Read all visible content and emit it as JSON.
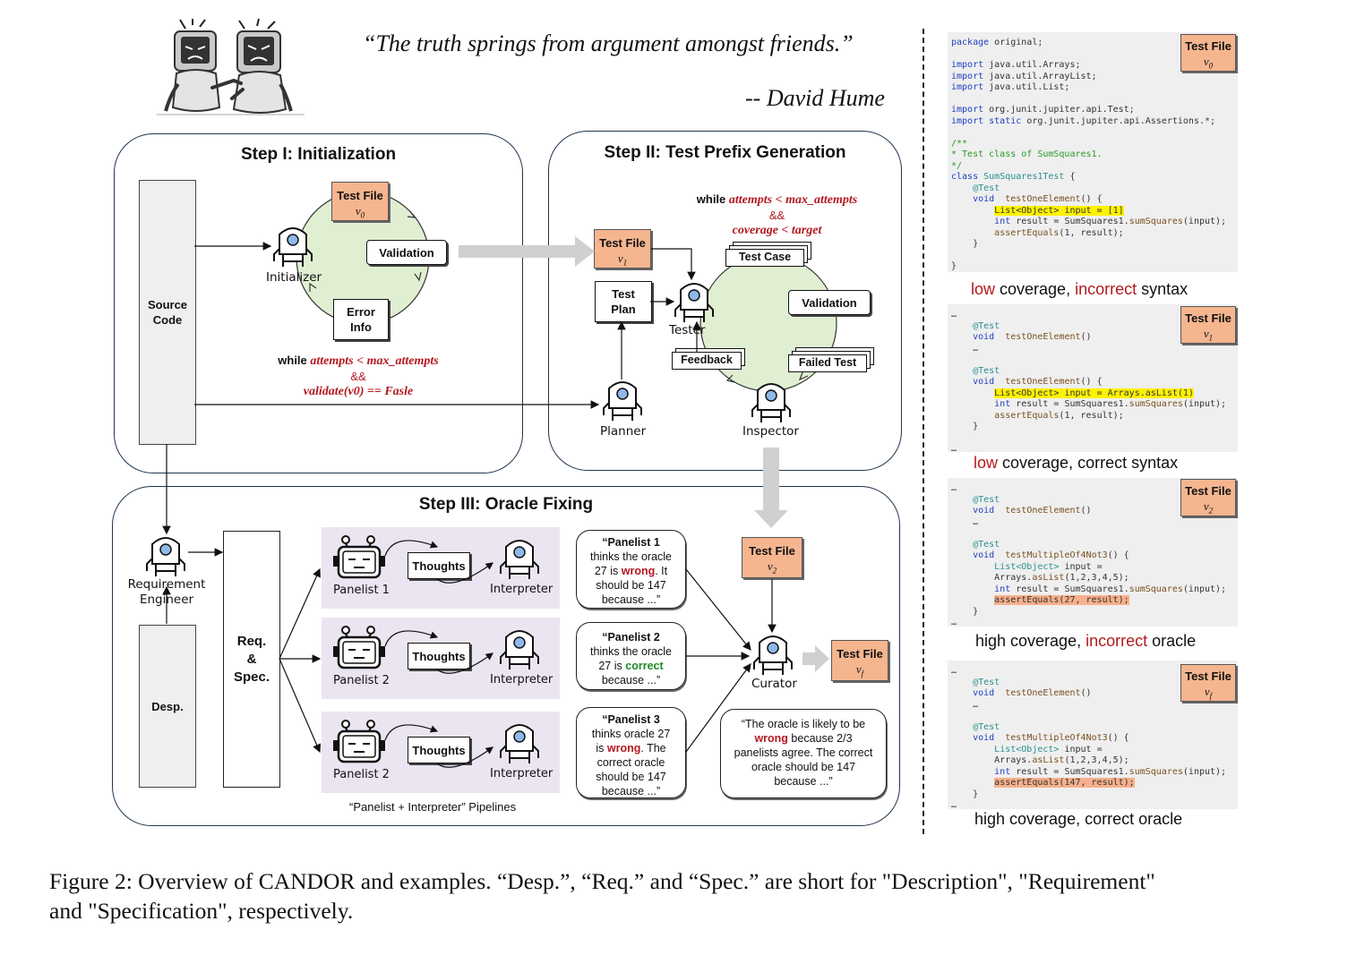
{
  "quote": {
    "text": "“The truth springs from argument amongst friends.”",
    "author": "-- David Hume"
  },
  "step1": {
    "title": "Step I: Initialization",
    "source_code": [
      "Source",
      "Code"
    ],
    "test_file_label": "Test File",
    "test_file_version": "v0",
    "validation": "Validation",
    "error_info": [
      "Error",
      "Info"
    ],
    "initializer": "Initializer",
    "cond_while": "while",
    "cond_1": "attempts < max_attempts",
    "cond_amp": "&&",
    "cond_2": "validate(v0) == Fasle"
  },
  "step2": {
    "title": "Step II: Test Prefix Generation",
    "cond_while": "while",
    "cond_1": "attempts < max_attempts",
    "cond_amp": "&&",
    "cond_2": "coverage < target",
    "test_file_label": "Test File",
    "test_file_version": "v1",
    "test_plan": [
      "Test",
      "Plan"
    ],
    "test_case": "Test Case",
    "validation": "Validation",
    "failed_test": "Failed Test",
    "feedback": "Feedback",
    "tester": "Tester",
    "planner": "Planner",
    "inspector": "Inspector"
  },
  "step3": {
    "title": "Step III: Oracle Fixing",
    "req_engineer": [
      "Requirement",
      "Engineer"
    ],
    "desp": "Desp.",
    "req_spec": [
      "Req.",
      "&",
      "Spec."
    ],
    "thoughts": "Thoughts",
    "interpreter": "Interpreter",
    "panelists": [
      "Panelist 1",
      "Panelist 2",
      "Panelist 2"
    ],
    "pipelines_caption": "“Panelist + Interpreter” Pipelines",
    "bubble1": {
      "head": "“Panelist 1",
      "l2": "thinks the oracle",
      "l3a": "27 is ",
      "l3b": "wrong",
      "l3c": ". It",
      "l4": "should be 147",
      "l5": "because ...”"
    },
    "bubble2": {
      "head": "“Panelist 2",
      "l2": "thinks the oracle",
      "l3a": "27 is ",
      "l3b": "correct",
      "l4": "because ...”"
    },
    "bubble3": {
      "head": "“Panelist 3",
      "l2": "thinks oracle 27",
      "l3a": "is ",
      "l3b": "wrong",
      "l3c": ". The",
      "l4": "correct oracle",
      "l5": "should be 147",
      "l6": "because ...”"
    },
    "test_file_label": "Test File",
    "test_file_v2": "v2",
    "test_file_vf": "vf",
    "curator": "Curator",
    "curator_bubble": {
      "l1": "“The oracle is likely to be",
      "l2a": "wrong",
      "l2b": " because 2/3",
      "l3": "panelists agree. The correct",
      "l4": "oracle should be 147",
      "l5": "because ...”"
    }
  },
  "examples": [
    {
      "badge_label": "Test File",
      "badge_version": "v0",
      "caption_a": "low",
      "caption_b": " coverage, ",
      "caption_c": "incorrect",
      "caption_d": " syntax"
    },
    {
      "badge_label": "Test File",
      "badge_version": "v1",
      "caption_a": "low",
      "caption_b": " coverage, correct syntax"
    },
    {
      "badge_label": "Test File",
      "badge_version": "v2",
      "caption_a": "high coverage, ",
      "caption_b": "incorrect",
      "caption_c": " oracle"
    },
    {
      "badge_label": "Test File",
      "badge_version": "vf",
      "caption_a": "high coverage, correct oracle"
    }
  ],
  "figure_caption": {
    "line1": "Figure 2: Overview of CANDOR and examples. “Desp.”, “Req.” and “Spec.” are short for \"Description\", \"Requirement\"",
    "line2": "and \"Specification\", respectively."
  },
  "colors": {
    "accent_red": "#b3191f",
    "test_file_fill": "#f5b58f",
    "pipeline_fill": "#ebe5f2",
    "code_bg": "#efefef",
    "highlight_yellow": "#fff200",
    "highlight_orange": "#f6b08b"
  }
}
